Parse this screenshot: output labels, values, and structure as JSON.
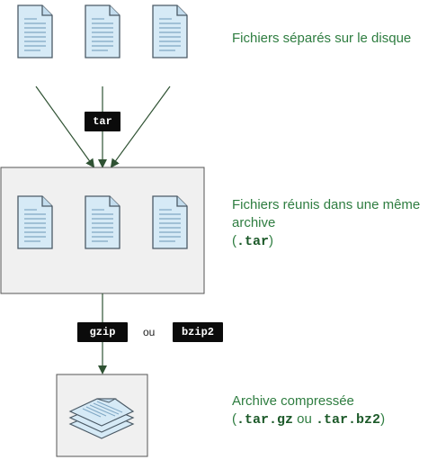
{
  "labels": {
    "separate_files": "Fichiers séparés sur le disque",
    "combined_line1": "Fichiers réunis dans une même",
    "combined_line2": "archive",
    "combined_paren_open": "(",
    "combined_ext": ".tar",
    "combined_paren_close": ")",
    "compressed_line1": "Archive compressée",
    "compressed_paren_open": "(",
    "compressed_ext1": ".tar.gz",
    "compressed_or": " ou ",
    "compressed_ext2": ".tar.bz2",
    "compressed_paren_close": ")"
  },
  "commands": {
    "tar": "tar",
    "gzip": "gzip",
    "or": "ou",
    "bzip2": "bzip2"
  },
  "colors": {
    "label_text": "#2e7d40",
    "badge_bg": "#0b0b0b",
    "box_fill": "#f0f0f0",
    "doc_fill": "#d6eaf6",
    "arrow": "#2f5233"
  },
  "icons": {
    "document": "document-icon",
    "stack": "stacked-documents-icon",
    "arrow": "arrow-down-icon"
  }
}
